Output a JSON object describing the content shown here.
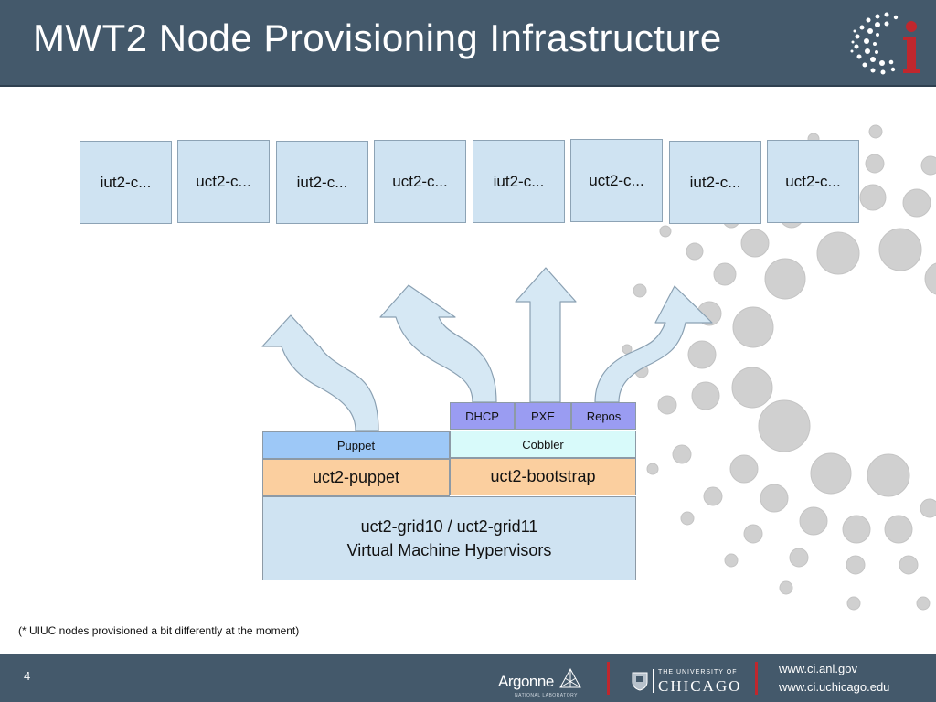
{
  "header": {
    "title": "MWT2 Node Provisioning Infrastructure"
  },
  "nodes": [
    "iut2-c...",
    "uct2-c...",
    "iut2-c...",
    "uct2-c...",
    "iut2-c...",
    "uct2-c...",
    "iut2-c...",
    "uct2-c..."
  ],
  "services": {
    "dhcp": "DHCP",
    "pxe": "PXE",
    "repos": "Repos",
    "puppet": "Puppet",
    "cobbler": "Cobbler"
  },
  "hosts": {
    "puppet_host": "uct2-puppet",
    "bootstrap_host": "uct2-bootstrap"
  },
  "hypervisors": {
    "line1": "uct2-grid10 / uct2-grid11",
    "line2": "Virtual Machine Hypervisors"
  },
  "note": "(* UIUC nodes provisioned a bit differently at the moment)",
  "footer": {
    "page_number": "4",
    "argonne": "Argonne",
    "argonne_sub": "NATIONAL LABORATORY",
    "uchicago_small": "THE UNIVERSITY OF",
    "uchicago_big": "CHICAGO",
    "link1": "www.ci.anl.gov",
    "link2": "www.ci.uchicago.edu"
  },
  "colors": {
    "header": "#44596b",
    "node_fill": "#cfe3f2",
    "service_purple": "#9a9cf2",
    "puppet_blue": "#9dc8f7",
    "cobbler_cyan": "#d8fafa",
    "host_orange": "#fbcf9f",
    "circle_gray": "#cfcfcf"
  }
}
